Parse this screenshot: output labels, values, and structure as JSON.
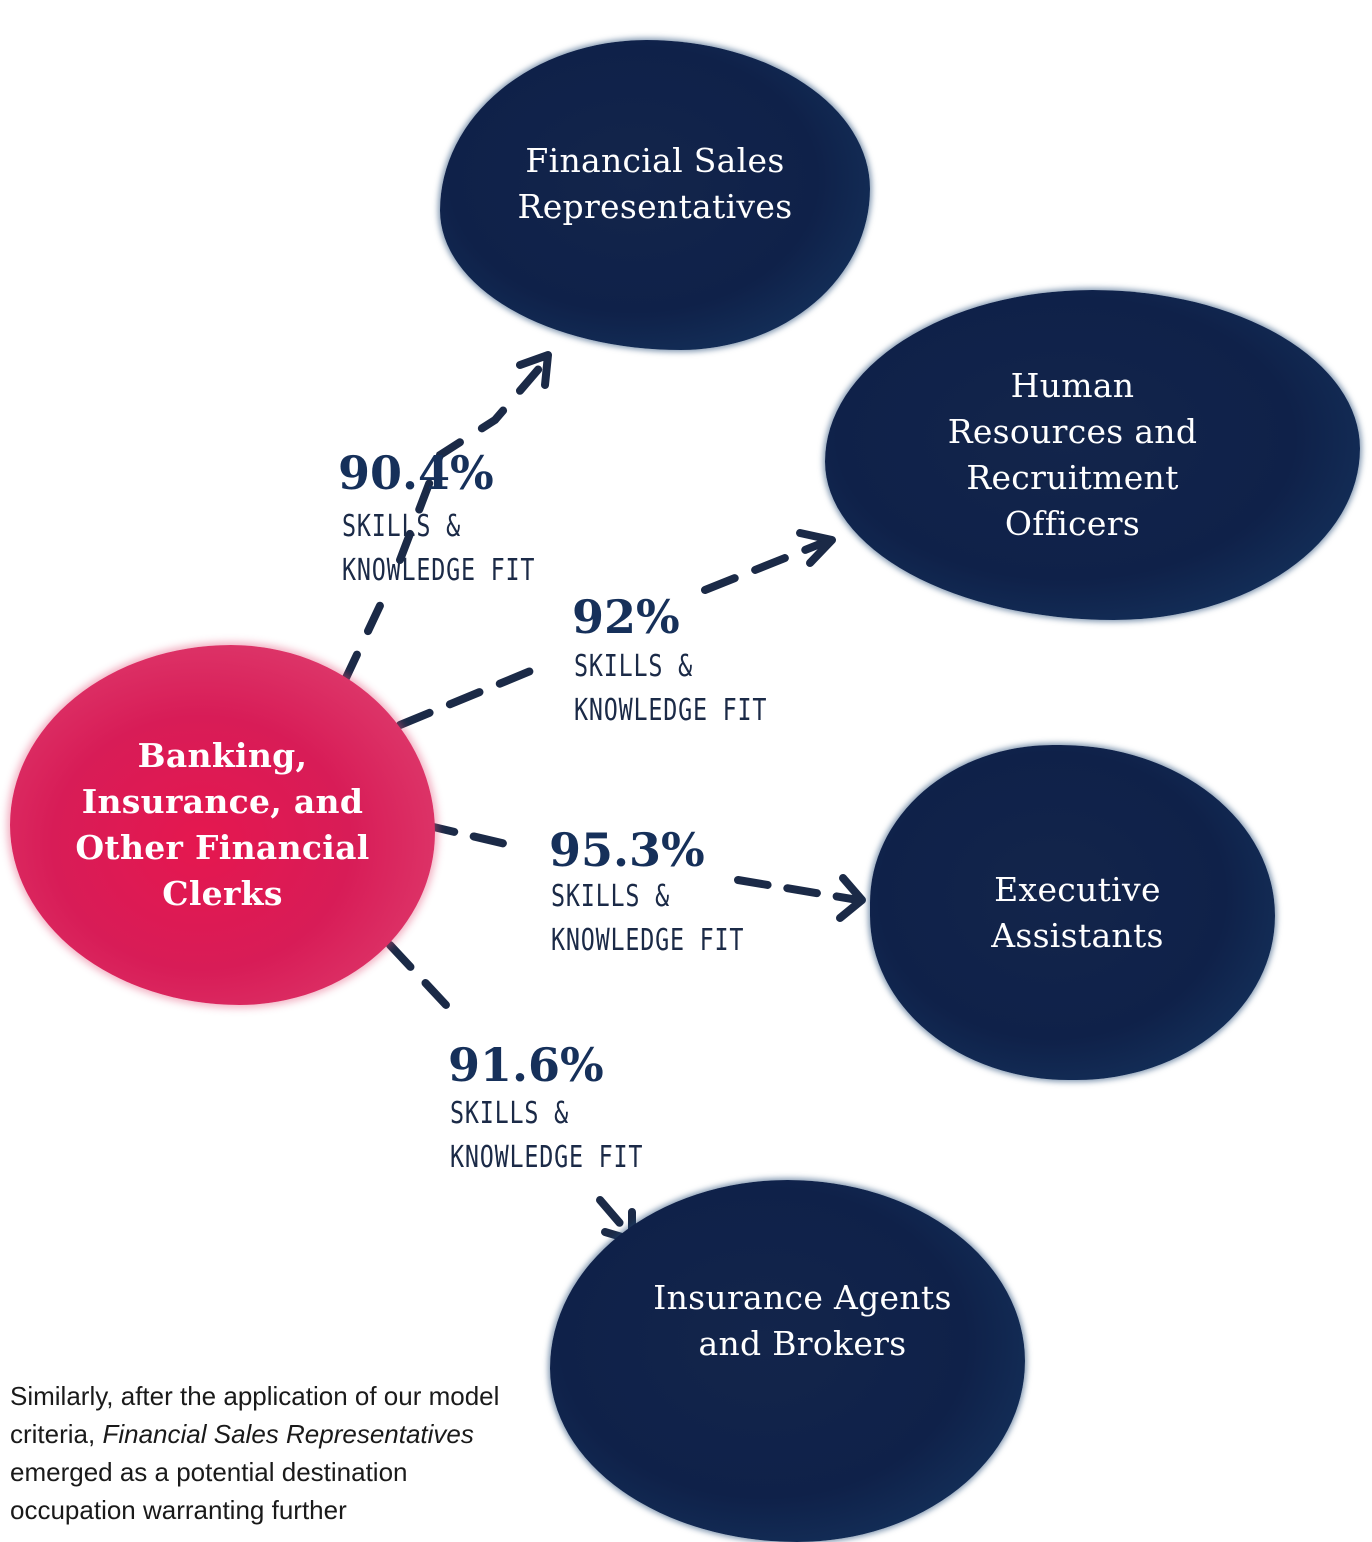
{
  "source": {
    "label": "Banking,\nInsurance, and\nOther Financial\nClerks",
    "color": "#d81c57"
  },
  "destinations": [
    {
      "label": "Financial Sales\nRepresentatives",
      "fit": "90.4%",
      "fit_label": "SKILLS &\nKNOWLEDGE FIT"
    },
    {
      "label": "Human\nResources and\nRecruitment\nOfficers",
      "fit": "92%",
      "fit_label": "SKILLS &\nKNOWLEDGE FIT"
    },
    {
      "label": "Executive\nAssistants",
      "fit": "95.3%",
      "fit_label": "SKILLS &\nKNOWLEDGE FIT"
    },
    {
      "label": "Insurance Agents\nand Brokers",
      "fit": "91.6%",
      "fit_label": "SKILLS &\nKNOWLEDGE FIT"
    }
  ],
  "colors": {
    "destination": "#0f2149",
    "percent_text": "#16305a",
    "arrow": "#1b2a47"
  },
  "caption": {
    "part1": "Similarly, after the application of our model criteria, ",
    "emphasis": "Financial Sales Representatives",
    "part2": " emerged as a potential destination occupation warranting further"
  }
}
